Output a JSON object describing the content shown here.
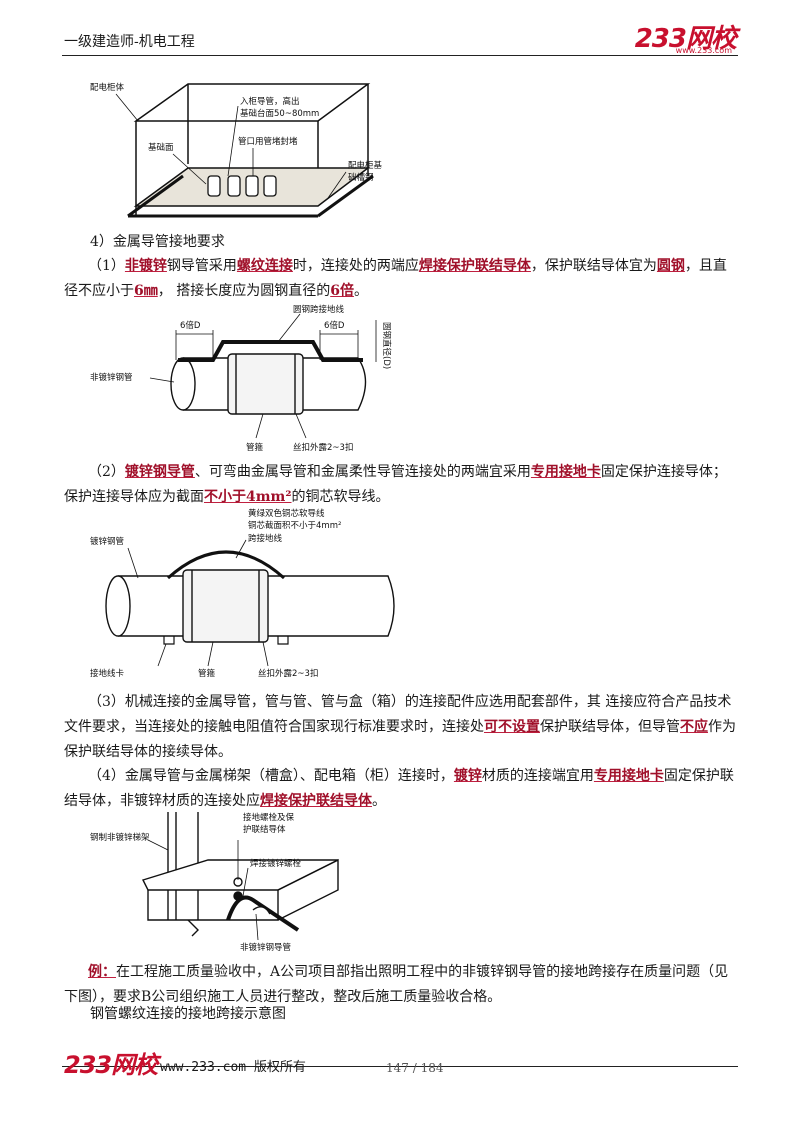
{
  "header": {
    "title": "一级建造师-机电工程",
    "brand": "233网校",
    "brand_url": "www.233.com"
  },
  "fig1": {
    "label_cabinet": "配电柜体",
    "label_pipe_1": "入柜导管，高出",
    "label_pipe_2": "基础台面50~80mm",
    "label_base": "基础面",
    "label_seal": "管口用管堵封堵",
    "label_channel_1": "配电柜基",
    "label_channel_2": "础槽钢"
  },
  "section4": {
    "title": "4）金属导管接地要求",
    "p1_a": "（1）",
    "p1_b": "非镀锌",
    "p1_c": "钢导管采用",
    "p1_d": "螺纹连接",
    "p1_e": "时，连接处的两端应",
    "p1_f": "焊接保护联结导体",
    "p1_g": "，保护联结导体宜为",
    "p1_h": "圆钢",
    "p1_i": "，且直径不应小于",
    "p1_j": "6㎜",
    "p1_k": "， 搭接长度应为圆钢直径的",
    "p1_l": "6倍",
    "p1_m": "。"
  },
  "fig2": {
    "label_6d_left": "6倍D",
    "label_6d_right": "6倍D",
    "label_bridge": "圆钢跨接地线",
    "label_dia": "圆钢直径(D)",
    "label_pipe": "非镀锌钢管",
    "label_coupling": "管箍",
    "label_thread": "丝扣外露2~3扣"
  },
  "p2": {
    "a": "（2）",
    "b": "镀锌钢导管",
    "c": "、可弯曲金属导管和金属柔性导管连接处的两端宜采用",
    "d": "专用接地卡",
    "e": "固定保护连接导体；保护连接导体应为截面",
    "f": "不小于4mm²",
    "g": "的铜芯软导线。"
  },
  "fig3": {
    "label_wire_1": "黄绿双色铜芯软导线",
    "label_wire_2": "铜芯截面积不小于4mm²",
    "label_wire_3": "跨接地线",
    "label_pipe": "镀锌钢管",
    "label_clamp": "接地线卡",
    "label_coupling": "管箍",
    "label_thread": "丝扣外露2~3扣"
  },
  "p3": {
    "a": "（3）机械连接的金属导管，管与管、管与盒（箱）的连接配件应选用配套部件，其 连接应符合产品技术文件要求，当连接处的接触电阻值符合国家现行标准要求时，连接处",
    "b": "可不设置",
    "c": "保护联结导体，但导管",
    "d": "不应",
    "e": "作为保护联结导体的接续导体。"
  },
  "p4": {
    "a": "（4）金属导管与金属梯架（槽盒）、配电箱（柜）连接时，",
    "b": "镀锌",
    "c": "材质的连接端宜用",
    "d": "专用接地卡",
    "e": "固定保护联结导体，非镀锌材质的连接处应",
    "f": "焊接保护联结导体",
    "g": "。"
  },
  "fig4": {
    "label_bolt_1": "接地螺栓及保",
    "label_bolt_2": "护联结导体",
    "label_tray": "钢制非镀锌梯架",
    "label_weld": "焊接镀锌螺栓",
    "label_pipe": "非镀锌钢导管"
  },
  "example": {
    "lead": "例：",
    "text": "在工程施工质量验收中，A公司项目部指出照明工程中的非镀锌钢导管的接地跨接存在质量问题（见下图），要求B公司组织施工人员进行整改，整改后施工质量验收合格。",
    "caption": "钢管螺纹连接的接地跨接示意图"
  },
  "footer": {
    "brand": "233网校",
    "url": "www.233.com 版权所有",
    "page": "147 / 184"
  }
}
